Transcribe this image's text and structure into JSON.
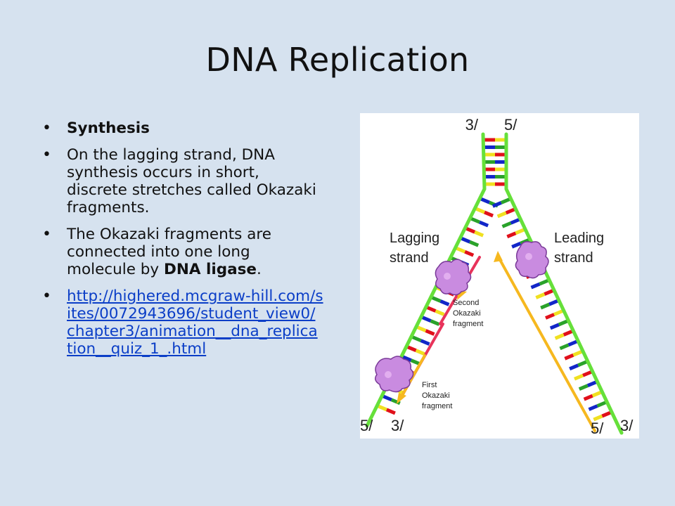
{
  "slide": {
    "title": "DNA Replication",
    "bullets": {
      "b1": "Synthesis",
      "b2": "On the lagging strand, DNA synthesis occurs in short, discrete stretches called Okazaki fragments.",
      "b3_pre": "The Okazaki fragments are connected into one long molecule by ",
      "b3_bold": "DNA ligase",
      "b3_post": ".",
      "link": "http://highered.mcgraw-hill.com/sites/0072943696/student_view0/chapter3/animation__dna_replication__quiz_1_.html"
    }
  },
  "figure": {
    "top_left": "3/",
    "top_right": "5/",
    "lagging_1": "Lagging",
    "lagging_2": "strand",
    "leading_1": "Leading",
    "leading_2": "strand",
    "second_1": "Second",
    "second_2": "Okazaki",
    "second_3": "fragment",
    "first_1": "First",
    "first_2": "Okazaki",
    "first_3": "fragment",
    "bl_left": "5/",
    "bl_right": "3/",
    "br_left": "5/",
    "br_right": "3/"
  },
  "colors": {
    "background": "#d6e2ef",
    "strand": "#66e03a",
    "new_strand": "#f6b81f",
    "lagging_fragment": "#e8335a",
    "enzyme": "#c98be0",
    "base_red": "#e0101a",
    "base_blue": "#1226c8",
    "base_yellow": "#f0e020",
    "base_green": "#2aa22a",
    "link": "#0b3ec7"
  }
}
